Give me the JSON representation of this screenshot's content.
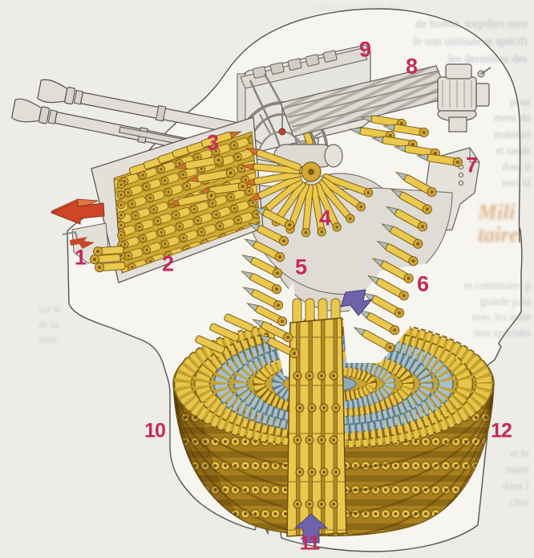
{
  "callouts": [
    "1",
    "2",
    "3",
    "4",
    "5",
    "6",
    "7",
    "8",
    "9",
    "10",
    "11",
    "12"
  ],
  "ghost_text": {
    "top_center": "et les sous-marins des",
    "top_right": [
      "de bonne, torpilles sont",
      "le son utilisateur spécifi",
      "les dernières des"
    ],
    "right_edge": [
      "pour",
      "ment du",
      "matériel",
      "et rands",
      "dont il",
      "vers la"
    ],
    "headline": [
      "Mili",
      "taire"
    ],
    "right_mid": [
      "et constituées p",
      "grande para",
      "avec les arme",
      "tion spécialis"
    ],
    "bottom_right": [
      "et le",
      "muni",
      "dans l",
      "char"
    ],
    "left_edge": [
      "sur le",
      "de la",
      "avec"
    ]
  },
  "colors": {
    "callout": "#c5295d",
    "cartridge_brass": "#e9c84d",
    "case_head": "#d2a833",
    "projectile_tip": "#a9bfc9",
    "tracer_tip": "#d8702f",
    "arrow_red": "#cf4526",
    "arrow_purple": "#6f61aa",
    "machinery": "#e4e2db",
    "page_background": "#edece7",
    "cutout_background": "#f6f5f0",
    "outline": "#57534d"
  }
}
